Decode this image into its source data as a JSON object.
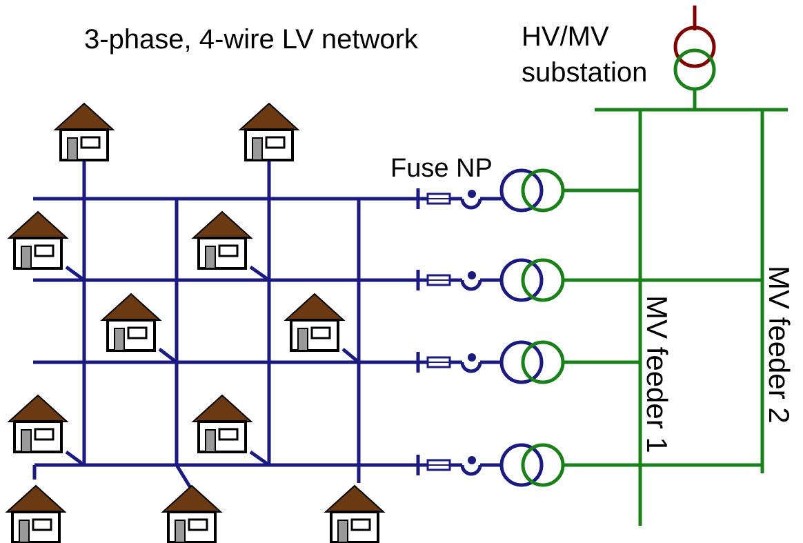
{
  "diagram": {
    "title": "3-phase, 4-wire LV network",
    "substation_label": [
      "HV/MV",
      "substation"
    ],
    "fuse_label": "Fuse NP",
    "feeder1_label": "MV feeder 1",
    "feeder2_label": "MV feeder 2"
  },
  "colors": {
    "lv_network": "#1a1a80",
    "mv_network": "#1a801a",
    "hv_network": "#800000",
    "house_roof": "#6b3a12",
    "house_door": "#9a9a9a"
  },
  "icons": [
    "house-icon",
    "transformer-icon",
    "fuse-icon"
  ]
}
